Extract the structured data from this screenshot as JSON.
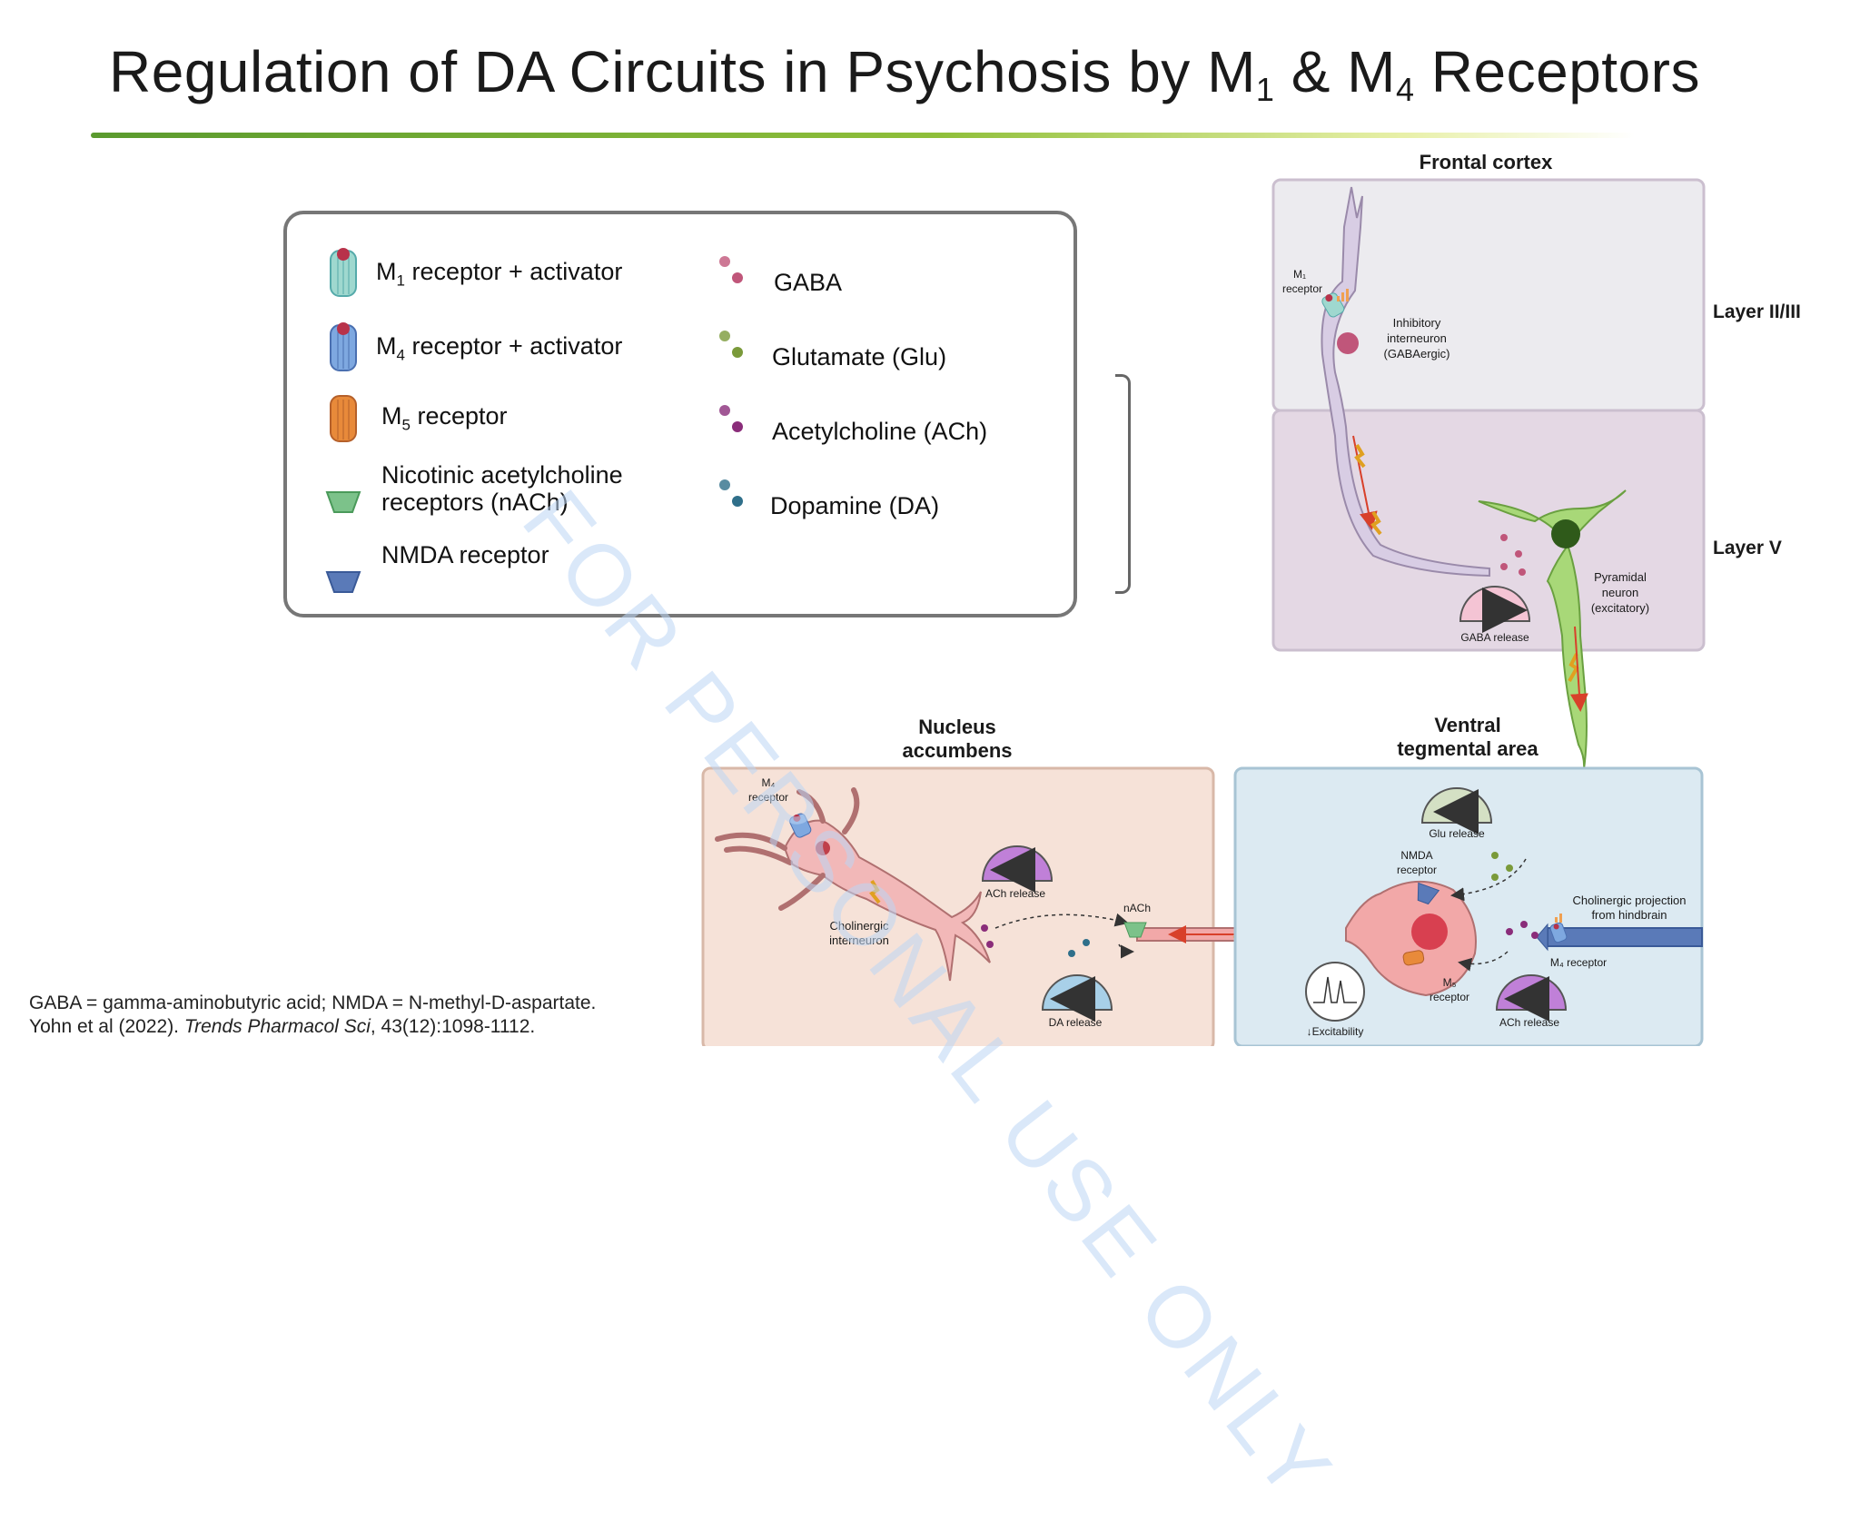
{
  "title": {
    "pre": "Regulation of DA Circuits in Psychosis by M",
    "sub1": "1",
    "mid": " & M",
    "sub2": "4",
    "post": " Receptors"
  },
  "legend": {
    "left_items": [
      {
        "pre": "M",
        "sub": "1",
        "post": " receptor + activator",
        "icon": "m1-receptor-icon"
      },
      {
        "pre": "M",
        "sub": "4",
        "post": " receptor + activator",
        "icon": "m4-receptor-icon"
      },
      {
        "pre": "M",
        "sub": "5",
        "post": " receptor",
        "icon": "m5-receptor-icon"
      },
      {
        "line1": "Nicotinic acetylcholine",
        "line2": "receptors (nACh)",
        "icon": "nach-receptor-icon"
      },
      {
        "text": "NMDA receptor",
        "icon": "nmda-receptor-icon"
      }
    ],
    "right_items": [
      {
        "text": "GABA",
        "color": "#c0567a"
      },
      {
        "text": "Glutamate (Glu)",
        "color": "#7a9a3a"
      },
      {
        "text": "Acetylcholine (ACh)",
        "color": "#8a2d7a"
      },
      {
        "text": "Dopamine (DA)",
        "color": "#2f6f8a"
      }
    ]
  },
  "diagram": {
    "frontal_cortex": "Frontal cortex",
    "layer_2_3": "Layer II/III",
    "layer_5": "Layer V",
    "m1_receptor": [
      "M₁",
      "receptor"
    ],
    "inhibitory_interneuron": [
      "Inhibitory",
      "interneuron",
      "(GABAergic)"
    ],
    "pyramidal_neuron": [
      "Pyramidal",
      "neuron",
      "(excitatory)"
    ],
    "gaba_release": "GABA release",
    "nucleus_accumbens": [
      "Nucleus",
      "accumbens"
    ],
    "ventral_tegmental_area": [
      "Ventral",
      "tegmental area"
    ],
    "m4_receptor_nac": [
      "M₄",
      "receptor"
    ],
    "cholinergic_interneuron": [
      "Cholinergic",
      "interneuron"
    ],
    "ach_release_nac": "ACh release",
    "nach": "nACh",
    "da_release": "DA release",
    "glu_release": "Glu release",
    "nmda_receptor": [
      "NMDA",
      "receptor"
    ],
    "cholinergic_projection": [
      "Cholinergic projection",
      "from hindbrain"
    ],
    "m4_receptor_vta": "M₄ receptor",
    "m5_receptor": [
      "M₅",
      "receptor"
    ],
    "ach_release_vta": "ACh release",
    "excitability": "↓Excitability"
  },
  "colors": {
    "accent_green": "#5a9a2e",
    "cortex_layer_top": "#ecebef",
    "cortex_layer_bottom": "#e4d8e4",
    "nac_bg": "#f6e2d8",
    "vta_bg": "#dceaf2",
    "pyramidal_green": "#a8d878",
    "interneuron_purple": "#dcd0e4",
    "da_neuron_pink": "#f2a8a8"
  },
  "watermark": "FOR PERSONAL USE ONLY",
  "footnote": {
    "line1": "GABA = gamma-aminobutyric acid; NMDA = N-methyl-D-aspartate.",
    "line2_pre": "Yohn et al (2022). ",
    "line2_journal": "Trends Pharmacol Sci",
    "line2_post": ", 43(12):1098-1112."
  }
}
